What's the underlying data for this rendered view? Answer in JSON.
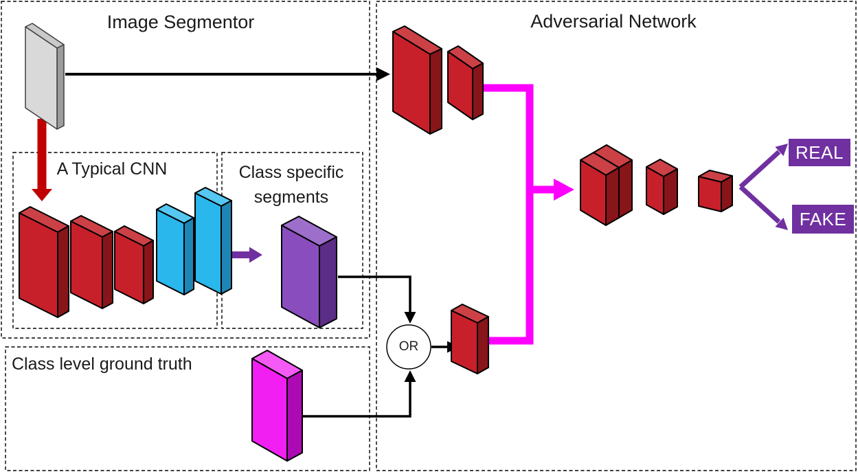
{
  "diagram": {
    "segmentor": {
      "title": "Image Segmentor"
    },
    "cnn": {
      "title": "A Typical CNN",
      "encoder_blocks": 3,
      "decoder_blocks": 2
    },
    "class_specific": {
      "title": "Class specific segments",
      "title_line1": "Class specific",
      "title_line2": "segments"
    },
    "ground_truth": {
      "title": "Class level ground truth"
    },
    "adversarial": {
      "title": "Adversarial Network"
    },
    "or_gate": {
      "label": "OR"
    },
    "outputs": {
      "real": "REAL",
      "fake": "FAKE"
    }
  },
  "colors": {
    "red_front": "#C8202A",
    "red_top": "#CC4146",
    "red_side": "#871519",
    "cyan_front": "#29B7EC",
    "cyan_top": "#55C7F1",
    "cyan_side": "#1E85B4",
    "gray_front": "#D9D9D9",
    "gray_top": "#C9C9C9",
    "gray_side": "#9C9C9C",
    "purple_front": "#8A4DBE",
    "purple_top": "#9D6FCB",
    "purple_side": "#5B2D86",
    "magenta_front": "#F21FF2",
    "magenta_top": "#F65AF6",
    "magenta_side": "#AC0BB4",
    "magenta_line": "#FF00FF",
    "purple_accent": "#7030A0",
    "red_arrow": "#C00000",
    "line_black": "#000000",
    "label_bg": "#7030A0",
    "label_text": "#FFFFFF"
  }
}
